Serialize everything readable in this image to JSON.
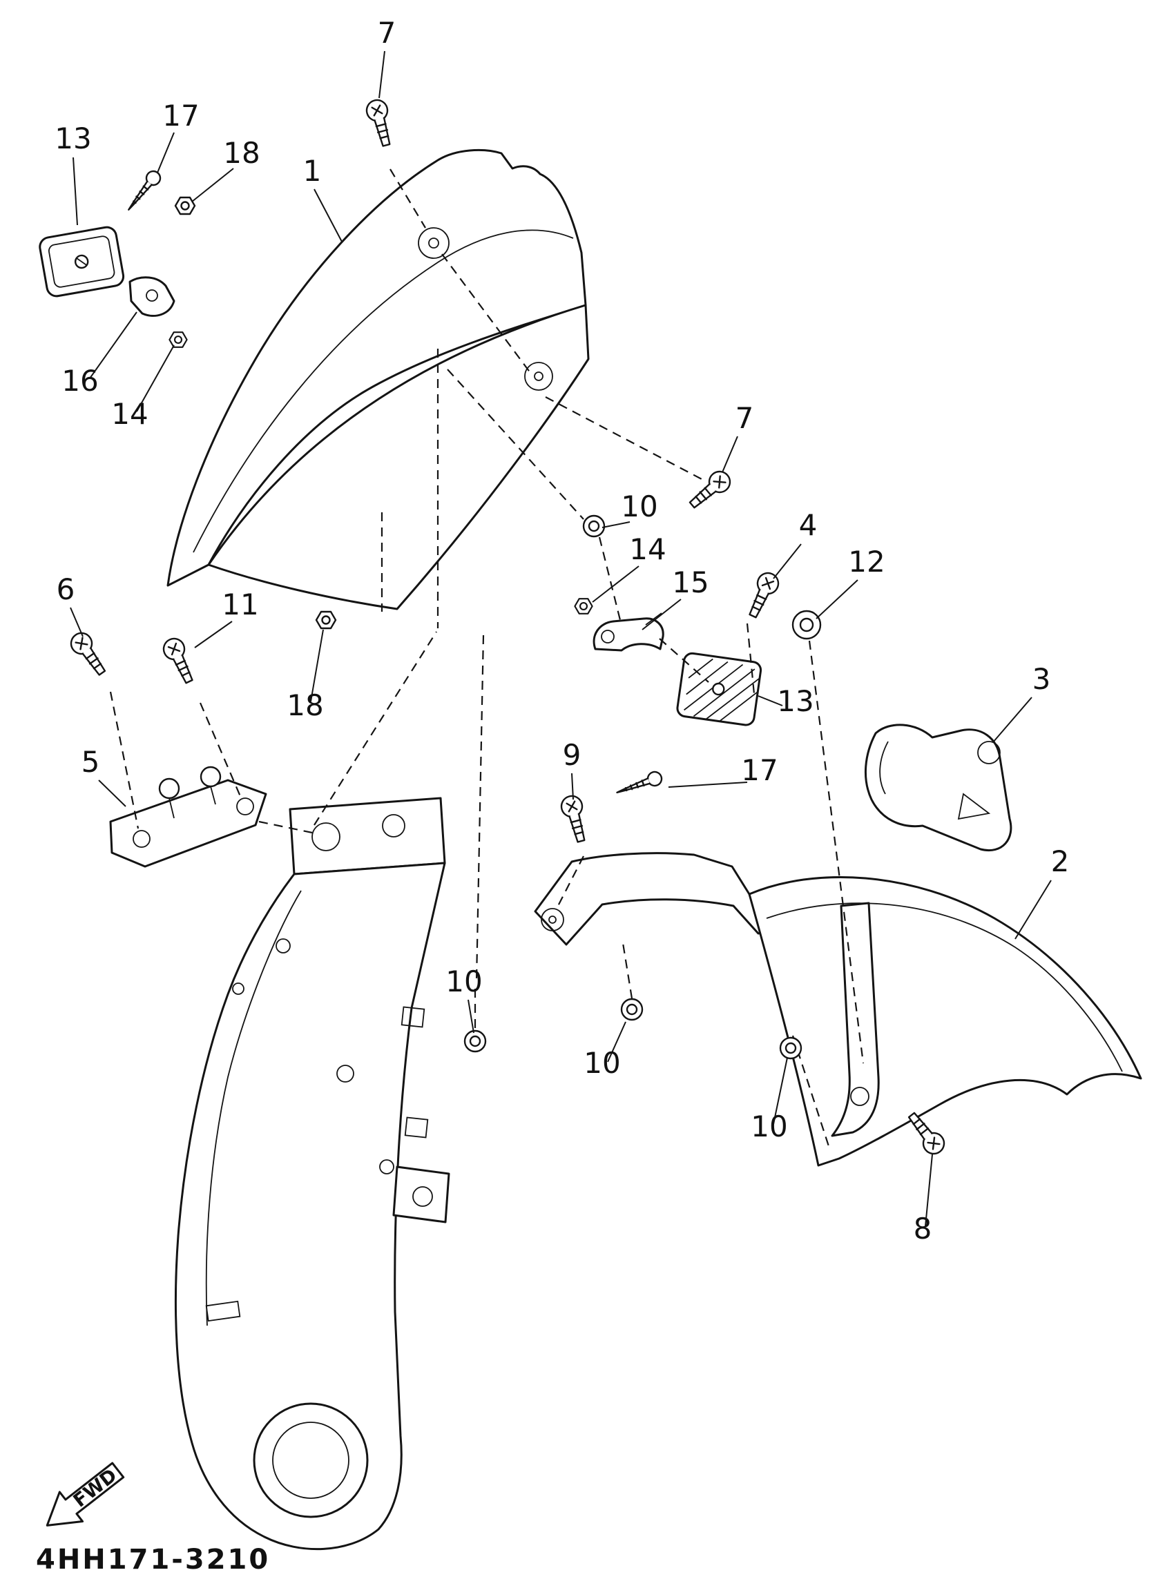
{
  "diagram": {
    "code": "4HH171-3210",
    "fwd_label": "FWD"
  },
  "callouts": [
    {
      "label": "7"
    },
    {
      "label": "13"
    },
    {
      "label": "17"
    },
    {
      "label": "18"
    },
    {
      "label": "1"
    },
    {
      "label": "16"
    },
    {
      "label": "14"
    },
    {
      "label": "7"
    },
    {
      "label": "10"
    },
    {
      "label": "4"
    },
    {
      "label": "14"
    },
    {
      "label": "12"
    },
    {
      "label": "15"
    },
    {
      "label": "6"
    },
    {
      "label": "11"
    },
    {
      "label": "3"
    },
    {
      "label": "18"
    },
    {
      "label": "13"
    },
    {
      "label": "9"
    },
    {
      "label": "5"
    },
    {
      "label": "17"
    },
    {
      "label": "2"
    },
    {
      "label": "10"
    },
    {
      "label": "10"
    },
    {
      "label": "10"
    },
    {
      "label": "8"
    }
  ]
}
